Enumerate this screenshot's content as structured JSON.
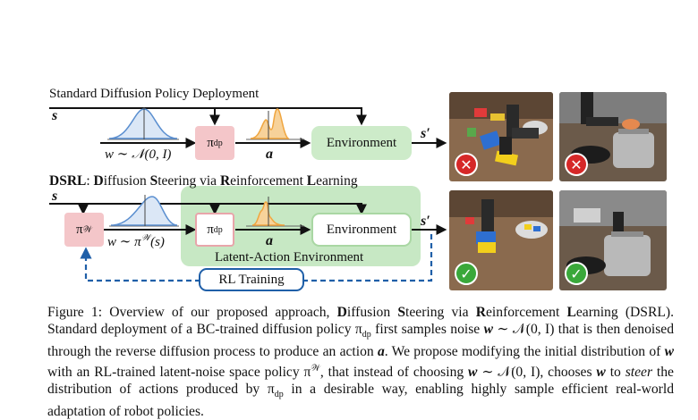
{
  "top_panel": {
    "title": "Standard Diffusion Policy Deployment",
    "state_label": "s",
    "noise_label": "w ∼ 𝒩(0, I)",
    "policy_label": "π",
    "policy_sub": "dp",
    "action_label": "a",
    "environment_label": "Environment",
    "next_state_label": "s′"
  },
  "bottom_panel": {
    "title_b1": "DSRL",
    "title_r1": ": ",
    "title_b2": "D",
    "title_r2": "iffusion ",
    "title_b3": "S",
    "title_r3": "teering via ",
    "title_b4": "R",
    "title_r4": "einforcement ",
    "title_b5": "L",
    "title_r5": "earning",
    "state_label": "s",
    "latent_policy_label": "π",
    "latent_policy_sup": "𝒲",
    "noise_label": "w ∼ π",
    "noise_sup": "𝒲",
    "noise_suffix": "(s)",
    "policy_label": "π",
    "policy_sub": "dp",
    "action_label": "a",
    "environment_label": "Environment",
    "next_state_label": "s′",
    "latent_env_label": "Latent-Action Environment",
    "rl_training_label": "RL Training"
  },
  "results": {
    "top_left": "✕",
    "top_right": "✕",
    "bottom_left": "✓",
    "bottom_right": "✓"
  },
  "colors": {
    "policy_box": "#f4c6c9",
    "latent_env": "#c7e8c4",
    "environment_box": "#cdebc9",
    "rl_dashed": "#1f5fa8",
    "gaussian": "#5b8fd0",
    "action_dist": "#f0a640",
    "fail": "#d62828",
    "success": "#3aa83a"
  },
  "caption": {
    "p1": "Figure 1: Overview of our proposed approach, ",
    "b1": "D",
    "p2": "iffusion ",
    "b2": "S",
    "p3": "teering via ",
    "b3": "R",
    "p4": "einforcement ",
    "b4": "L",
    "p5": "earning (",
    "sc1": "DSRL",
    "p6": "). Standard deployment of a BC-trained diffusion policy π",
    "sub1": "dp",
    "p7": " first samples noise ",
    "m1": "w",
    "p8": " ∼ 𝒩(0, I) that is then denoised through the reverse diffusion process to produce an action ",
    "m2": "a",
    "p9": ". We propose modifying the initial distribution of ",
    "m3": "w",
    "p10": " with an RL-trained latent-noise space policy π",
    "sup1": "𝒲",
    "p11": ", that instead of choosing ",
    "m4": "w",
    "p12": " ∼ 𝒩(0, I), chooses ",
    "m5": "w",
    "p13": " to ",
    "em1": "steer",
    "p14": " the distribution of actions produced by π",
    "sub2": "dp",
    "p15": " in a desirable way, enabling highly sample efficient real-world adaptation of robot policies."
  }
}
